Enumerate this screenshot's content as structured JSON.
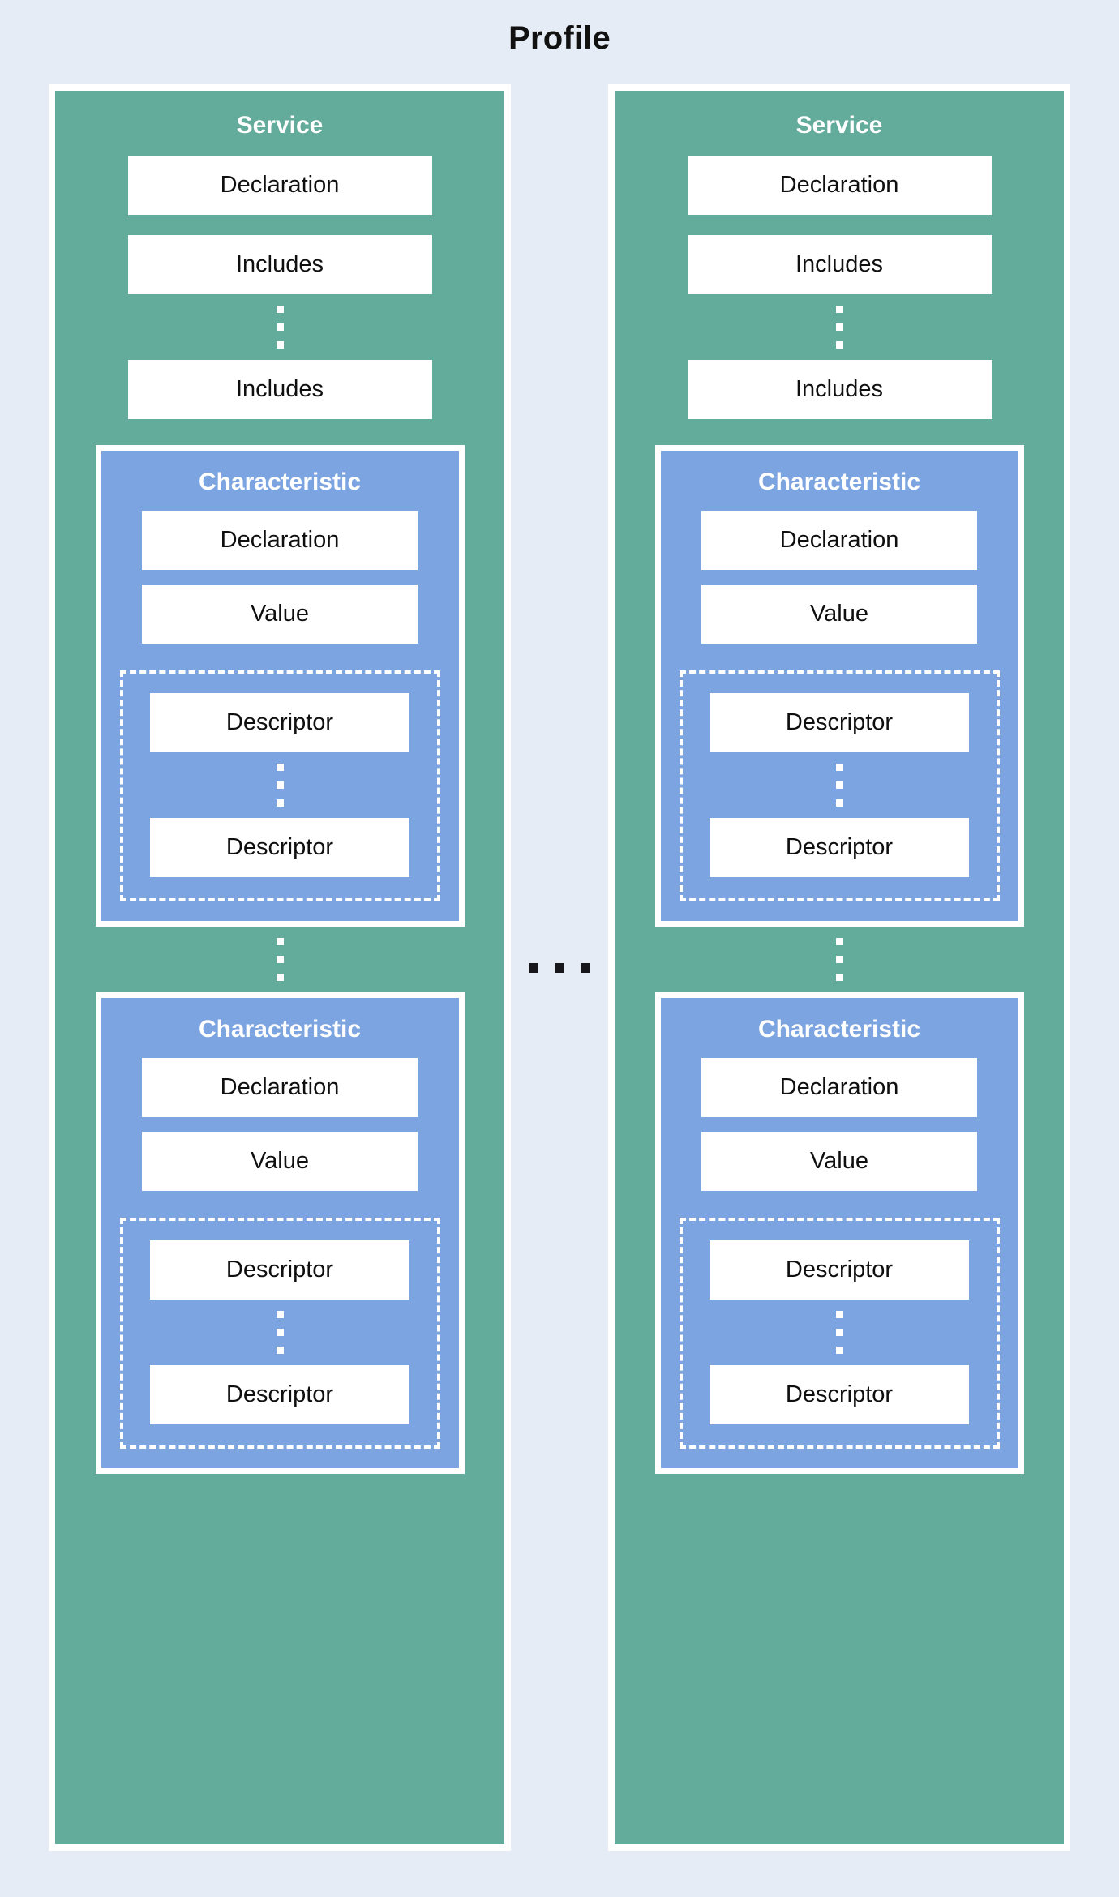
{
  "diagram": {
    "title": "Profile",
    "colors": {
      "background": "#e6ecf5",
      "service_fill": "#63ab9b",
      "characteristic_fill": "#7ba4e0",
      "box_fill": "#ffffff",
      "border": "#ffffff",
      "text_dark": "#111111",
      "text_light": "#ffffff"
    },
    "between_columns_ellipsis": "...",
    "columns": [
      {
        "service_title": "Service",
        "declaration_label": "Declaration",
        "includes_first_label": "Includes",
        "includes_ellipsis": "⋮",
        "includes_last_label": "Includes",
        "characteristics_ellipsis": "⋮",
        "characteristics": [
          {
            "title": "Characteristic",
            "declaration_label": "Declaration",
            "value_label": "Value",
            "descriptor_first_label": "Descriptor",
            "descriptor_ellipsis": "⋮",
            "descriptor_last_label": "Descriptor"
          },
          {
            "title": "Characteristic",
            "declaration_label": "Declaration",
            "value_label": "Value",
            "descriptor_first_label": "Descriptor",
            "descriptor_ellipsis": "⋮",
            "descriptor_last_label": "Descriptor"
          }
        ]
      },
      {
        "service_title": "Service",
        "declaration_label": "Declaration",
        "includes_first_label": "Includes",
        "includes_ellipsis": "⋮",
        "includes_last_label": "Includes",
        "characteristics_ellipsis": "⋮",
        "characteristics": [
          {
            "title": "Characteristic",
            "declaration_label": "Declaration",
            "value_label": "Value",
            "descriptor_first_label": "Descriptor",
            "descriptor_ellipsis": "⋮",
            "descriptor_last_label": "Descriptor"
          },
          {
            "title": "Characteristic",
            "declaration_label": "Declaration",
            "value_label": "Value",
            "descriptor_first_label": "Descriptor",
            "descriptor_ellipsis": "⋮",
            "descriptor_last_label": "Descriptor"
          }
        ]
      }
    ]
  }
}
